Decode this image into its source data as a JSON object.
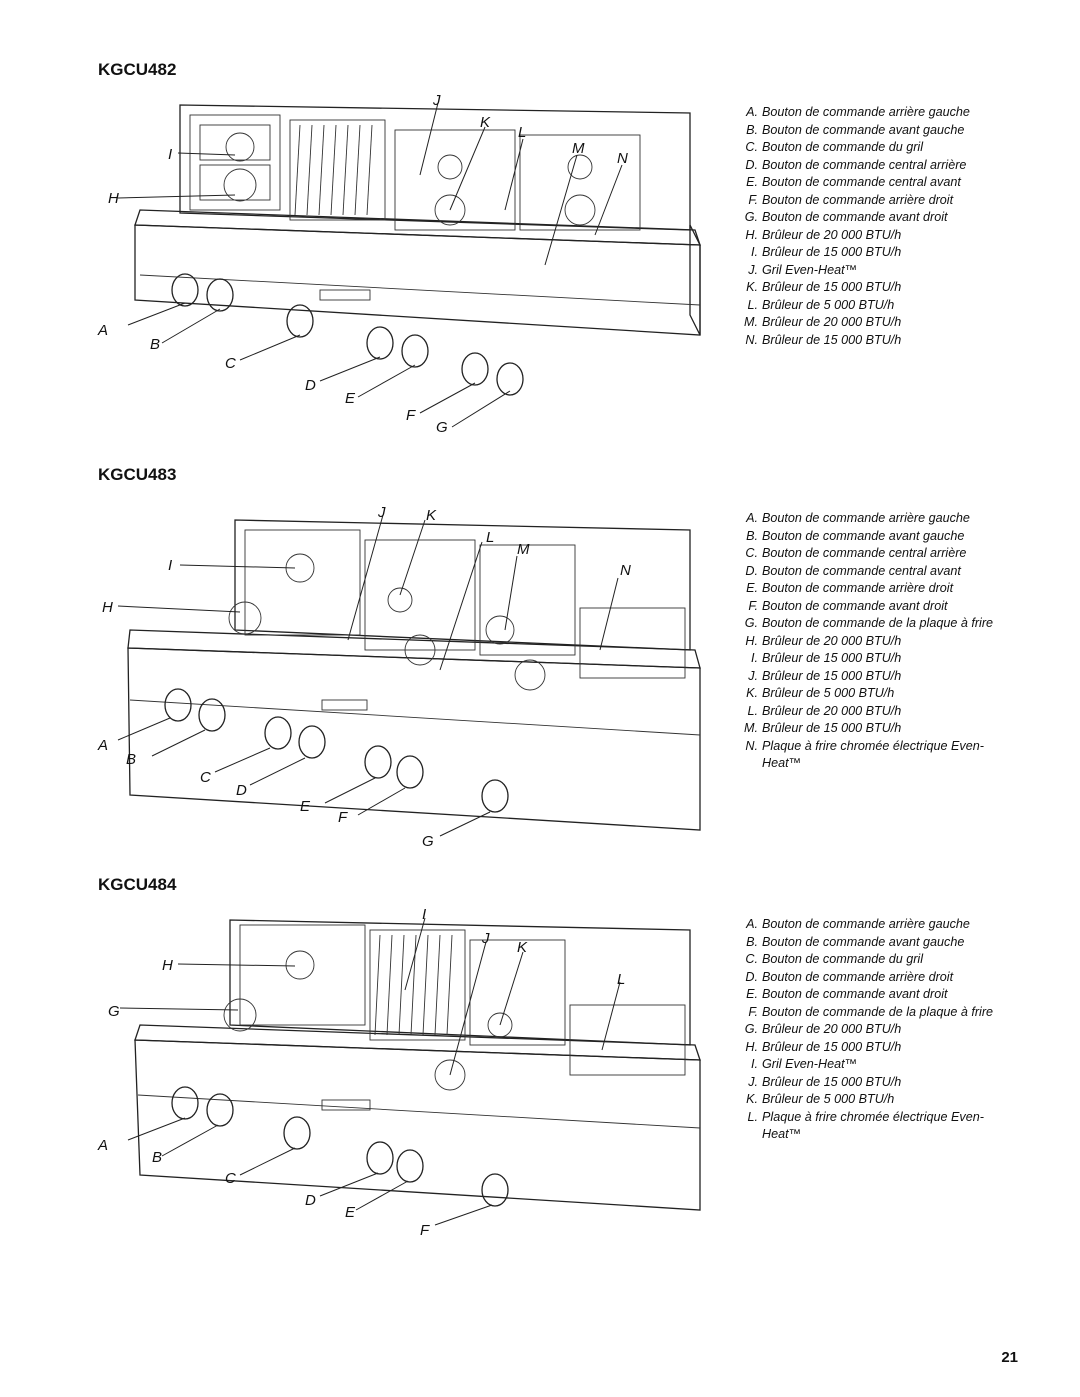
{
  "sections": [
    {
      "model": "KGCU482",
      "callouts": [
        "A",
        "B",
        "C",
        "D",
        "E",
        "F",
        "G",
        "H",
        "I",
        "J",
        "K",
        "L",
        "M",
        "N"
      ],
      "legend": [
        {
          "key": "A.",
          "text": "Bouton de commande arrière gauche"
        },
        {
          "key": "B.",
          "text": "Bouton de commande avant gauche"
        },
        {
          "key": "C.",
          "text": "Bouton de commande du gril"
        },
        {
          "key": "D.",
          "text": "Bouton de commande central arrière"
        },
        {
          "key": "E.",
          "text": "Bouton de commande central avant"
        },
        {
          "key": "F.",
          "text": "Bouton de commande arrière droit"
        },
        {
          "key": "G.",
          "text": "Bouton de commande avant droit"
        },
        {
          "key": "H.",
          "text": "Brûleur de 20 000 BTU/h"
        },
        {
          "key": "I.",
          "text": "Brûleur de 15 000 BTU/h"
        },
        {
          "key": "J.",
          "text": "Gril Even-Heat™"
        },
        {
          "key": "K.",
          "text": "Brûleur de 15 000 BTU/h"
        },
        {
          "key": "L.",
          "text": "Brûleur de 5 000 BTU/h"
        },
        {
          "key": "M.",
          "text": "Brûleur de 20 000 BTU/h"
        },
        {
          "key": "N.",
          "text": "Brûleur de 15 000 BTU/h"
        }
      ]
    },
    {
      "model": "KGCU483",
      "callouts": [
        "A",
        "B",
        "C",
        "D",
        "E",
        "F",
        "G",
        "H",
        "I",
        "J",
        "K",
        "L",
        "M",
        "N"
      ],
      "legend": [
        {
          "key": "A.",
          "text": "Bouton de commande arrière gauche"
        },
        {
          "key": "B.",
          "text": "Bouton de commande avant gauche"
        },
        {
          "key": "C.",
          "text": "Bouton de commande central arrière"
        },
        {
          "key": "D.",
          "text": "Bouton de commande central avant"
        },
        {
          "key": "E.",
          "text": "Bouton de commande arrière droit"
        },
        {
          "key": "F.",
          "text": "Bouton de commande avant droit"
        },
        {
          "key": "G.",
          "text": "Bouton de commande de la plaque à frire"
        },
        {
          "key": "H.",
          "text": "Brûleur de 20 000 BTU/h"
        },
        {
          "key": "I.",
          "text": "Brûleur de 15 000 BTU/h"
        },
        {
          "key": "J.",
          "text": "Brûleur de 15 000 BTU/h"
        },
        {
          "key": "K.",
          "text": "Brûleur de 5 000 BTU/h"
        },
        {
          "key": "L.",
          "text": "Brûleur de 20 000 BTU/h"
        },
        {
          "key": "M.",
          "text": "Brûleur de 15 000 BTU/h"
        },
        {
          "key": "N.",
          "text": "Plaque à frire chromée électrique Even-Heat™"
        }
      ]
    },
    {
      "model": "KGCU484",
      "callouts": [
        "A",
        "B",
        "C",
        "D",
        "E",
        "F",
        "G",
        "H",
        "I",
        "J",
        "K",
        "L"
      ],
      "legend": [
        {
          "key": "A.",
          "text": "Bouton de commande arrière gauche"
        },
        {
          "key": "B.",
          "text": "Bouton de commande avant gauche"
        },
        {
          "key": "C.",
          "text": "Bouton de commande du gril"
        },
        {
          "key": "D.",
          "text": "Bouton de commande arrière droit"
        },
        {
          "key": "E.",
          "text": "Bouton de commande avant droit"
        },
        {
          "key": "F.",
          "text": "Bouton de commande de la plaque à frire"
        },
        {
          "key": "G.",
          "text": "Brûleur de 20 000 BTU/h"
        },
        {
          "key": "H.",
          "text": "Brûleur de 15 000 BTU/h"
        },
        {
          "key": "I.",
          "text": "Gril Even-Heat™"
        },
        {
          "key": "J.",
          "text": "Brûleur de 15 000 BTU/h"
        },
        {
          "key": "K.",
          "text": "Brûleur de 5 000 BTU/h"
        },
        {
          "key": "L.",
          "text": "Plaque à frire chromée électrique Even-Heat™"
        }
      ]
    }
  ],
  "page_number": "21"
}
